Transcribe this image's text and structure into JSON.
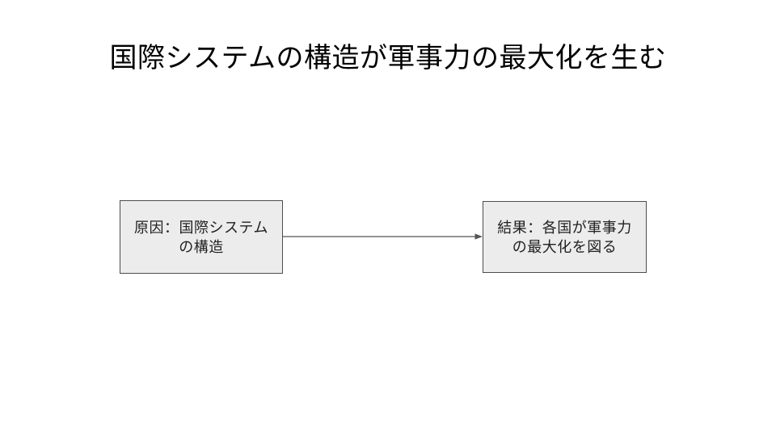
{
  "slide": {
    "title": "国際システムの構造が軍事力の最大化を生む",
    "diagram": {
      "cause_box": {
        "line1": "原因：国際システム",
        "line2": "の構造"
      },
      "effect_box": {
        "line1": "結果：各国が軍事力",
        "line2": "の最大化を図る"
      },
      "connector": {
        "type": "arrow",
        "direction": "left-to-right"
      }
    },
    "colors": {
      "background": "#ffffff",
      "title_text": "#000000",
      "box_fill": "#ececec",
      "box_border": "#4d4d4d",
      "box_text": "#212121",
      "arrow": "#555555"
    }
  }
}
